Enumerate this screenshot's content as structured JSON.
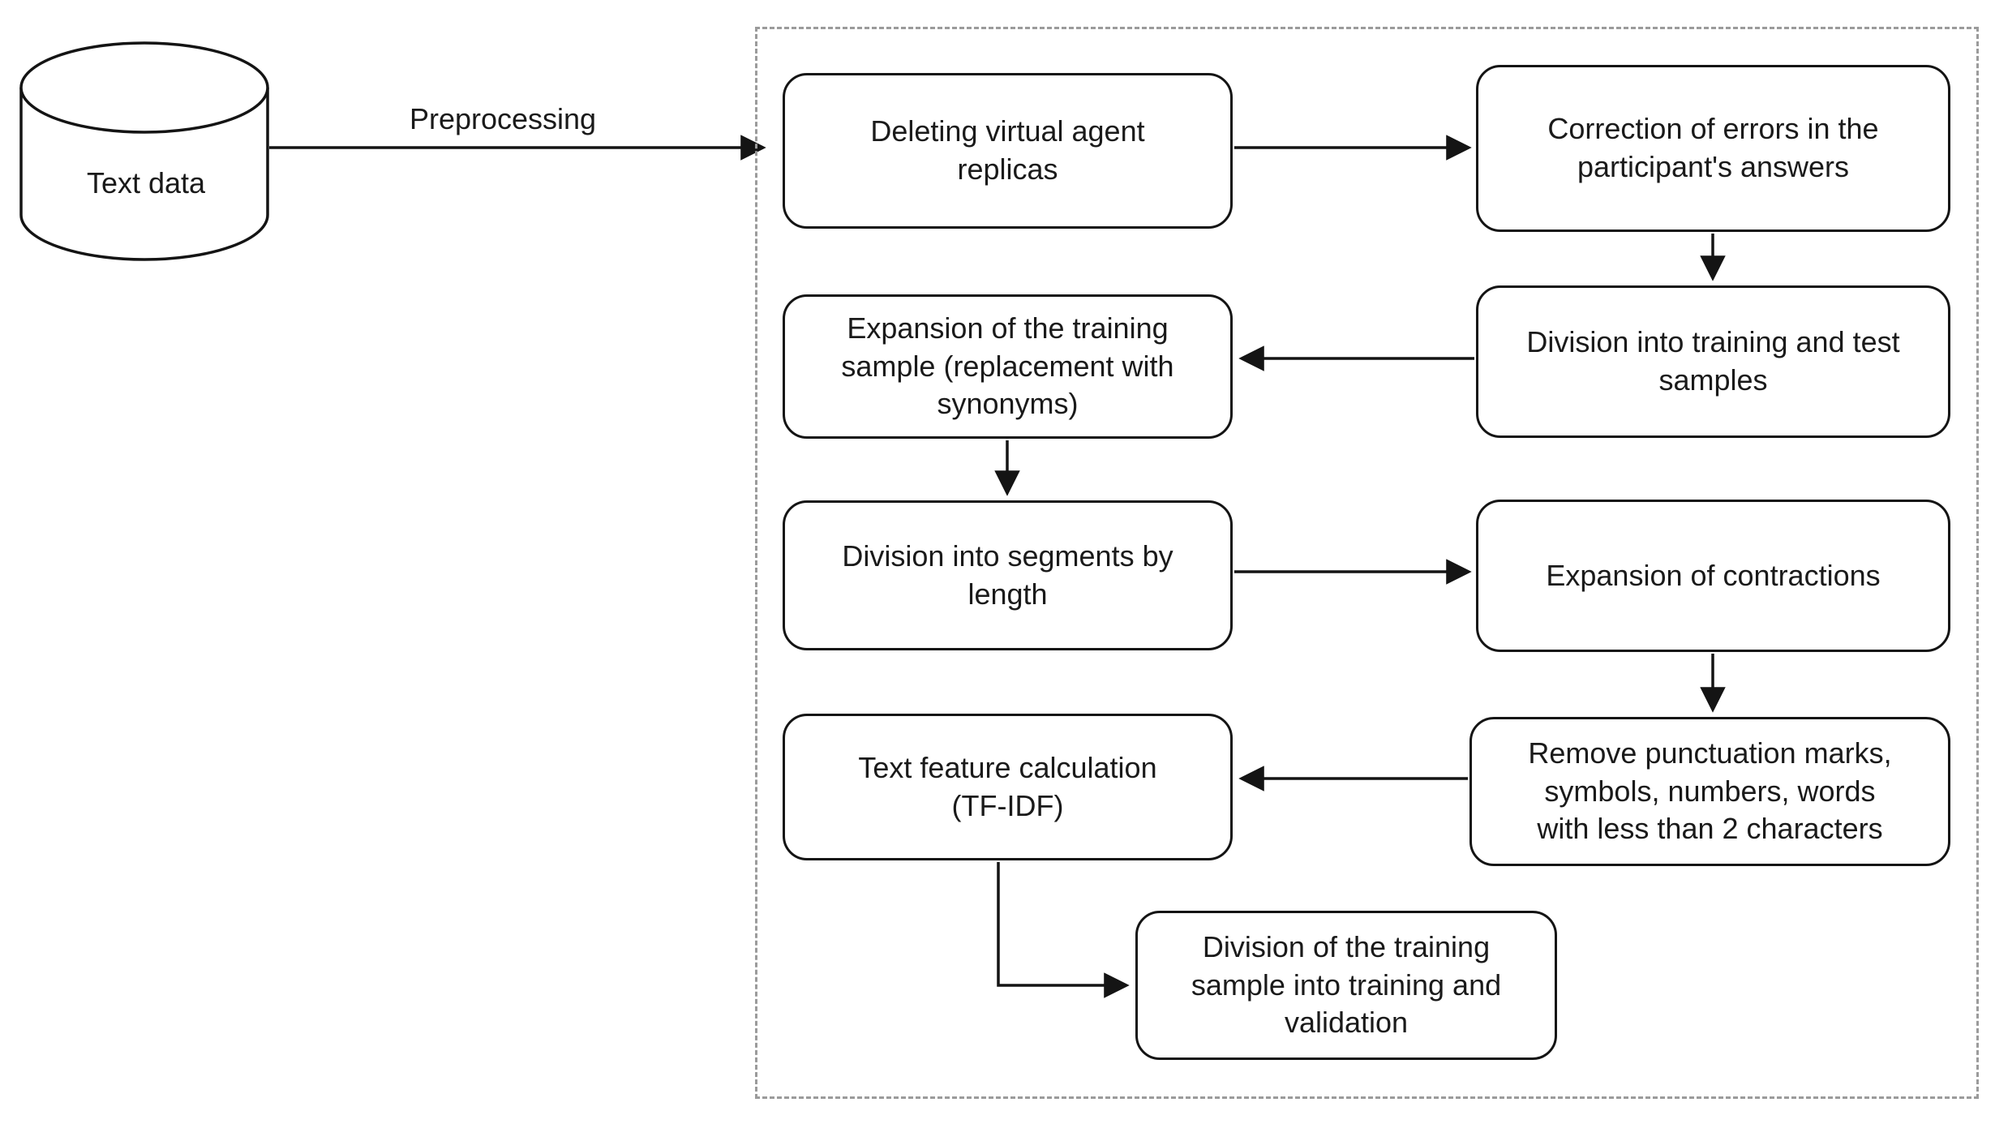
{
  "figure": {
    "source_label": "Text data",
    "flow_label": "Preprocessing",
    "nodes": {
      "deleting_replicas": "Deleting virtual agent\nreplicas",
      "correction_errors": "Correction of errors in the\nparticipant's answers",
      "expansion_synonyms": "Expansion of the training\nsample (replacement with\nsynonyms)",
      "division_train_test": "Division into training and test\nsamples",
      "division_segments": "Division into segments by\nlength",
      "expansion_contractions": "Expansion of contractions",
      "remove_punctuation": "Remove punctuation marks,\nsymbols, numbers, words\nwith less than 2 characters",
      "tfidf": "Text feature calculation\n(TF-IDF)",
      "division_train_validation": "Division of the training\nsample into training and\nvalidation"
    },
    "colors": {
      "stroke": "#141414",
      "dashed_border": "#9b9b9b",
      "background": "#ffffff"
    }
  }
}
